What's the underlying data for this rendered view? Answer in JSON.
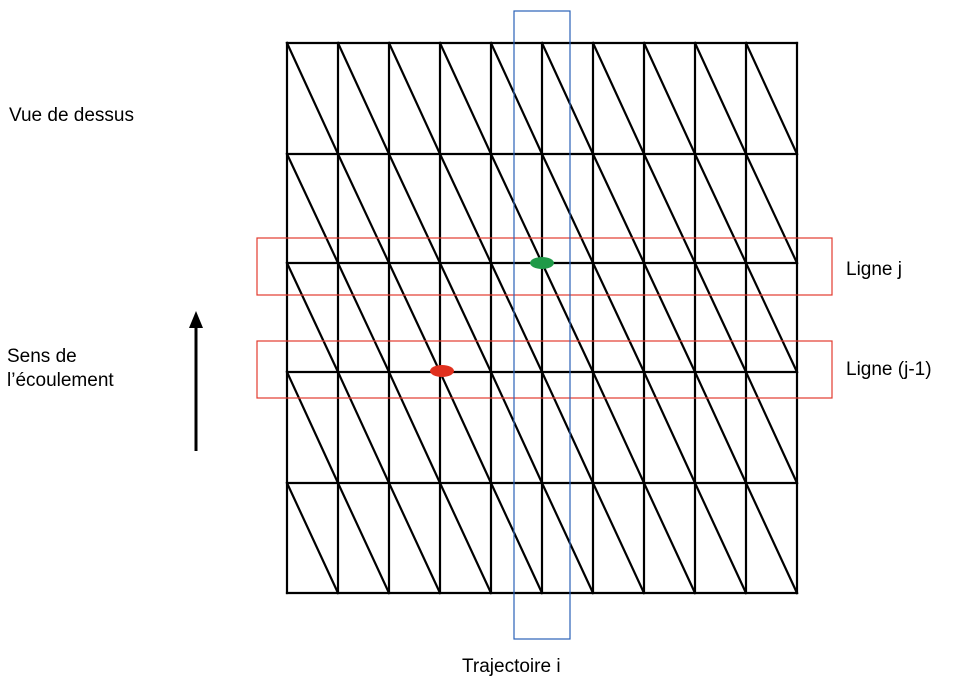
{
  "labels": {
    "view": "Vue de dessus",
    "flow_line1": "Sens de",
    "flow_line2": "l’écoulement",
    "row_j": "Ligne j",
    "row_j_minus_1": "Ligne (j-1)",
    "trajectory": "Trajectoire i"
  },
  "mesh": {
    "columns": 10,
    "rows": 5
  },
  "colors": {
    "mesh": "#000000",
    "row_highlight": "#e23b2e",
    "trajectory_highlight": "#2a62b8",
    "point_row_j": "#1f9a48",
    "point_row_j_minus_1": "#e0301e"
  }
}
